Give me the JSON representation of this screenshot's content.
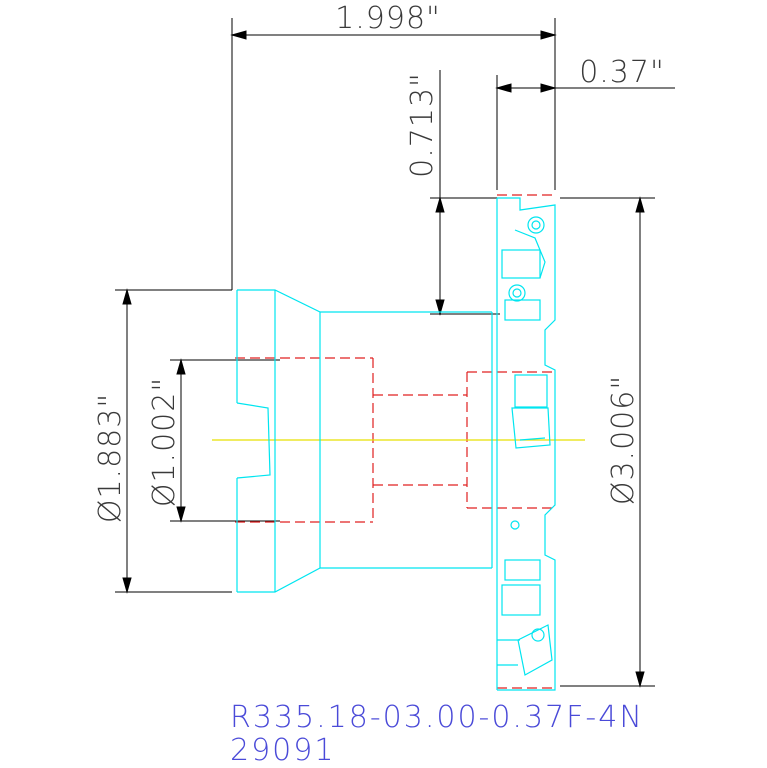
{
  "dimensions": {
    "overall_length": "1.998\"",
    "cutter_width": "0.37\"",
    "body_offset": "0.713\"",
    "body_diameter": "Ø1.883\"",
    "bore_diameter": "Ø1.002\"",
    "cutter_diameter": "Ø3.006\""
  },
  "caption": {
    "part_number": "R335.18-03.00-0.37F-4N",
    "code": "29091"
  },
  "colors": {
    "outline": "#00e5f0",
    "hidden_lines": "#e02020",
    "centerline": "#e8e000",
    "dimension": "#000000",
    "caption_text": "#4a4ad8"
  }
}
